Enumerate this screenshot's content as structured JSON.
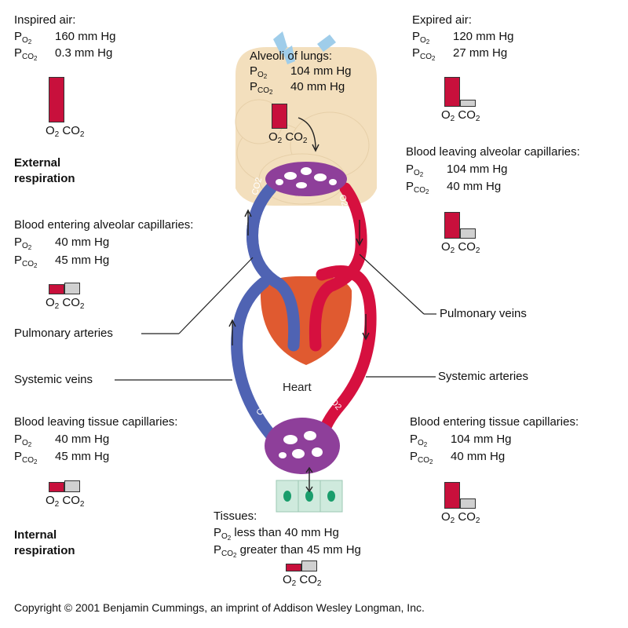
{
  "inspired": {
    "title": "Inspired air:",
    "po2": "160 mm Hg",
    "pco2": "0.3 mm Hg"
  },
  "expired": {
    "title": "Expired air:",
    "po2": "120 mm Hg",
    "pco2": "27 mm Hg"
  },
  "alveoli": {
    "title": "Alveoli of lungs:",
    "po2": "104 mm Hg",
    "pco2": "40 mm Hg"
  },
  "leaving_alveolar": {
    "title": "Blood leaving alveolar capillaries:",
    "po2": "104 mm Hg",
    "pco2": "40 mm Hg"
  },
  "entering_alveolar": {
    "title": "Blood entering alveolar capillaries:",
    "po2": "40 mm Hg",
    "pco2": "45 mm Hg"
  },
  "leaving_tissue": {
    "title": "Blood leaving tissue capillaries:",
    "po2": "40 mm Hg",
    "pco2": "45 mm Hg"
  },
  "entering_tissue": {
    "title": "Blood entering tissue capillaries:",
    "po2": "104 mm Hg",
    "pco2": "40 mm Hg"
  },
  "tissues": {
    "title": "Tissues:",
    "po2": "less than 40 mm Hg",
    "pco2": "greater than 45 mm Hg"
  },
  "labels": {
    "external_1": "External",
    "external_2": "respiration",
    "internal_1": "Internal",
    "internal_2": "respiration",
    "pulmonary_arteries": "Pulmonary arteries",
    "pulmonary_veins": "Pulmonary veins",
    "systemic_veins": "Systemic veins",
    "systemic_arteries": "Systemic arteries",
    "heart": "Heart",
    "vessel_o2": "O2",
    "vessel_co2": "CO2"
  },
  "symbols": {
    "p": "P",
    "o": "O",
    "co": "CO",
    "two": "2"
  },
  "copyright": "Copyright © 2001 Benjamin Cummings, an imprint of Addison Wesley Longman, Inc.",
  "colors": {
    "oxygenated": "#d6103f",
    "deoxygenated": "#4f63b3",
    "capillary": "#8e3f9a",
    "lung": "#f3dfbd",
    "heart": "#e05a30",
    "o2_bar": "#c8103c",
    "co2_bar": "#d0d0d0",
    "tissue": "#cfeadd"
  }
}
